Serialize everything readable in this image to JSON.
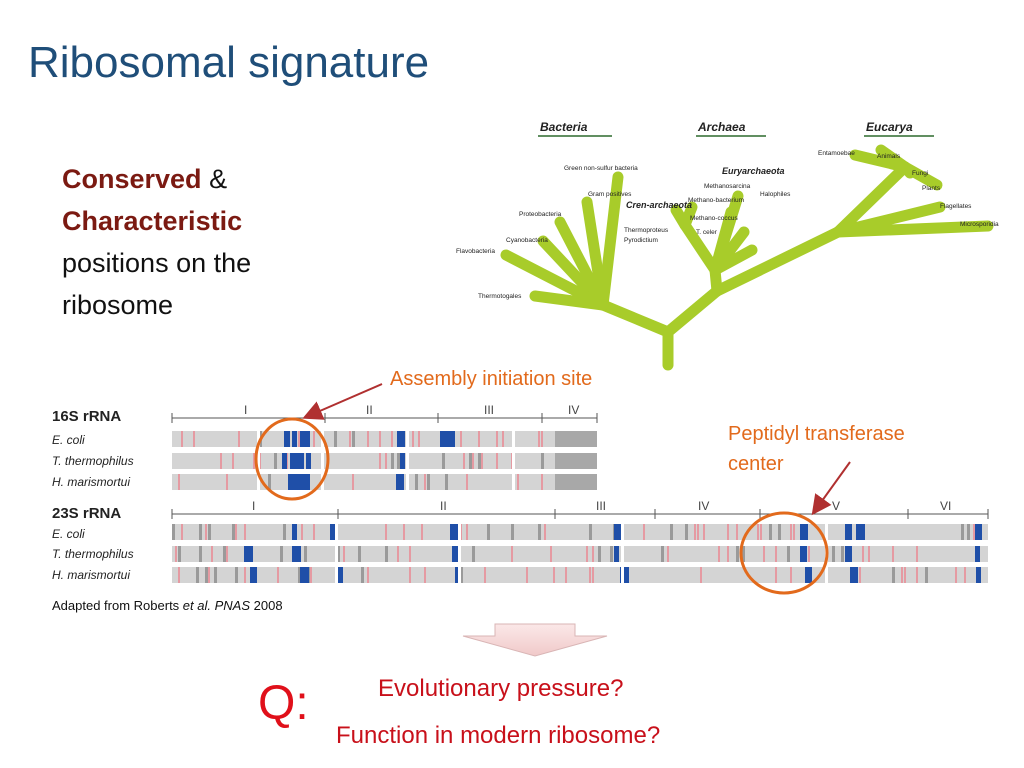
{
  "slide": {
    "title": "Ribosomal signature",
    "intro": {
      "conserved": "Conserved",
      "amp": "&",
      "characteristic": "Characteristic",
      "rest": "positions on the ribosome"
    },
    "callouts": {
      "assembly": "Assembly initiation site",
      "ptc_line1": "Peptidyl transferase",
      "ptc_line2": "center"
    },
    "credit": {
      "prefix": "Adapted from Roberts ",
      "etal": "et al.",
      "journal": "PNAS",
      "year": "2008"
    },
    "question": {
      "label": "Q:",
      "line1": "Evolutionary pressure?",
      "line2": "Function in modern ribosome?"
    },
    "colors": {
      "title": "#1f4e79",
      "emphasis": "#7b1a12",
      "callout": "#e26a1c",
      "question": "#c8101a",
      "tree_branch": "#a8cc2a"
    }
  },
  "tree": {
    "domains": [
      "Bacteria",
      "Archaea",
      "Eucarya"
    ],
    "subgroups": [
      "Euryarchaeota",
      "Cren-archaeota"
    ],
    "leaves": [
      "Green non-sulfur bacteria",
      "Gram positives",
      "Proteobacteria",
      "Cyanobacteria",
      "Flavobacteria",
      "Thermotogales",
      "Thermoproteus",
      "Pyrodictium",
      "Methanosarcina",
      "Methano-bacterium",
      "Methano-coccus",
      "T. celer",
      "Halophiles",
      "Entamoebae",
      "Animals",
      "Fungi",
      "Plants",
      "Flagellates",
      "Microsporidia"
    ]
  },
  "alignment": {
    "rrna16": {
      "title": "16S rRNA",
      "domains": [
        "I",
        "II",
        "III",
        "IV"
      ],
      "organisms": [
        "E. coli",
        "T. thermophilus",
        "H. marismortui"
      ]
    },
    "rrna23": {
      "title": "23S rRNA",
      "domains": [
        "I",
        "II",
        "III",
        "IV",
        "V",
        "VI"
      ],
      "organisms": [
        "E. coli",
        "T. thermophilus",
        "H. marismortui"
      ]
    }
  }
}
